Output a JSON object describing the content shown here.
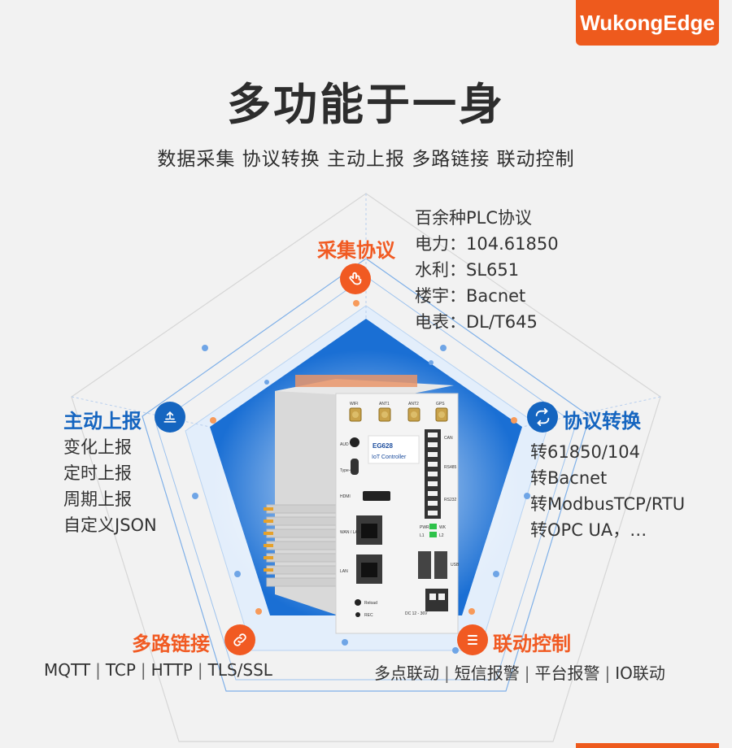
{
  "brand": {
    "name": "WukongEdge"
  },
  "header": {
    "title": "多功能于一身",
    "subtitle": "数据采集  协议转换  主动上报 多路链接 联动控制"
  },
  "features": {
    "collect": {
      "title": "采集协议",
      "icon": "finger-tap-icon",
      "items": [
        "百余种PLC协议",
        "电力：104.61850",
        "水利：SL651",
        "楼宇：Bacnet",
        "电表：DL/T645"
      ]
    },
    "convert": {
      "title": "协议转换",
      "icon": "exchange-icon",
      "items": [
        "转61850/104",
        "转Bacnet",
        "转ModbusTCP/RTU",
        "转OPC UA，…"
      ]
    },
    "report": {
      "title": "主动上报",
      "icon": "upload-list-icon",
      "items": [
        "变化上报",
        "定时上报",
        "周期上报",
        "自定义JSON"
      ]
    },
    "link": {
      "title": "多路链接",
      "icon": "link-icon",
      "items": [
        "MQTT",
        "TCP",
        "HTTP",
        "TLS/SSL"
      ]
    },
    "control": {
      "title": "联动控制",
      "icon": "control-list-icon",
      "items": [
        "多点联动",
        "短信报警",
        "平台报警",
        "IO联动"
      ]
    }
  },
  "device": {
    "model": "EG628",
    "name": "IoT Controller",
    "ports": [
      "WIFI",
      "ANT1",
      "ANT2",
      "GPS",
      "AUD",
      "Type-C",
      "HDMI",
      "WAN / LAN",
      "LAN",
      "Reload",
      "REC",
      "CAN",
      "RS485",
      "RS232",
      "PWR",
      "WK",
      "L1",
      "L2",
      "USB",
      "DC 12 - 36V"
    ]
  },
  "colors": {
    "accent": "#f15a22",
    "primary": "#1565c0",
    "pentagon": "#1a6fd4"
  }
}
